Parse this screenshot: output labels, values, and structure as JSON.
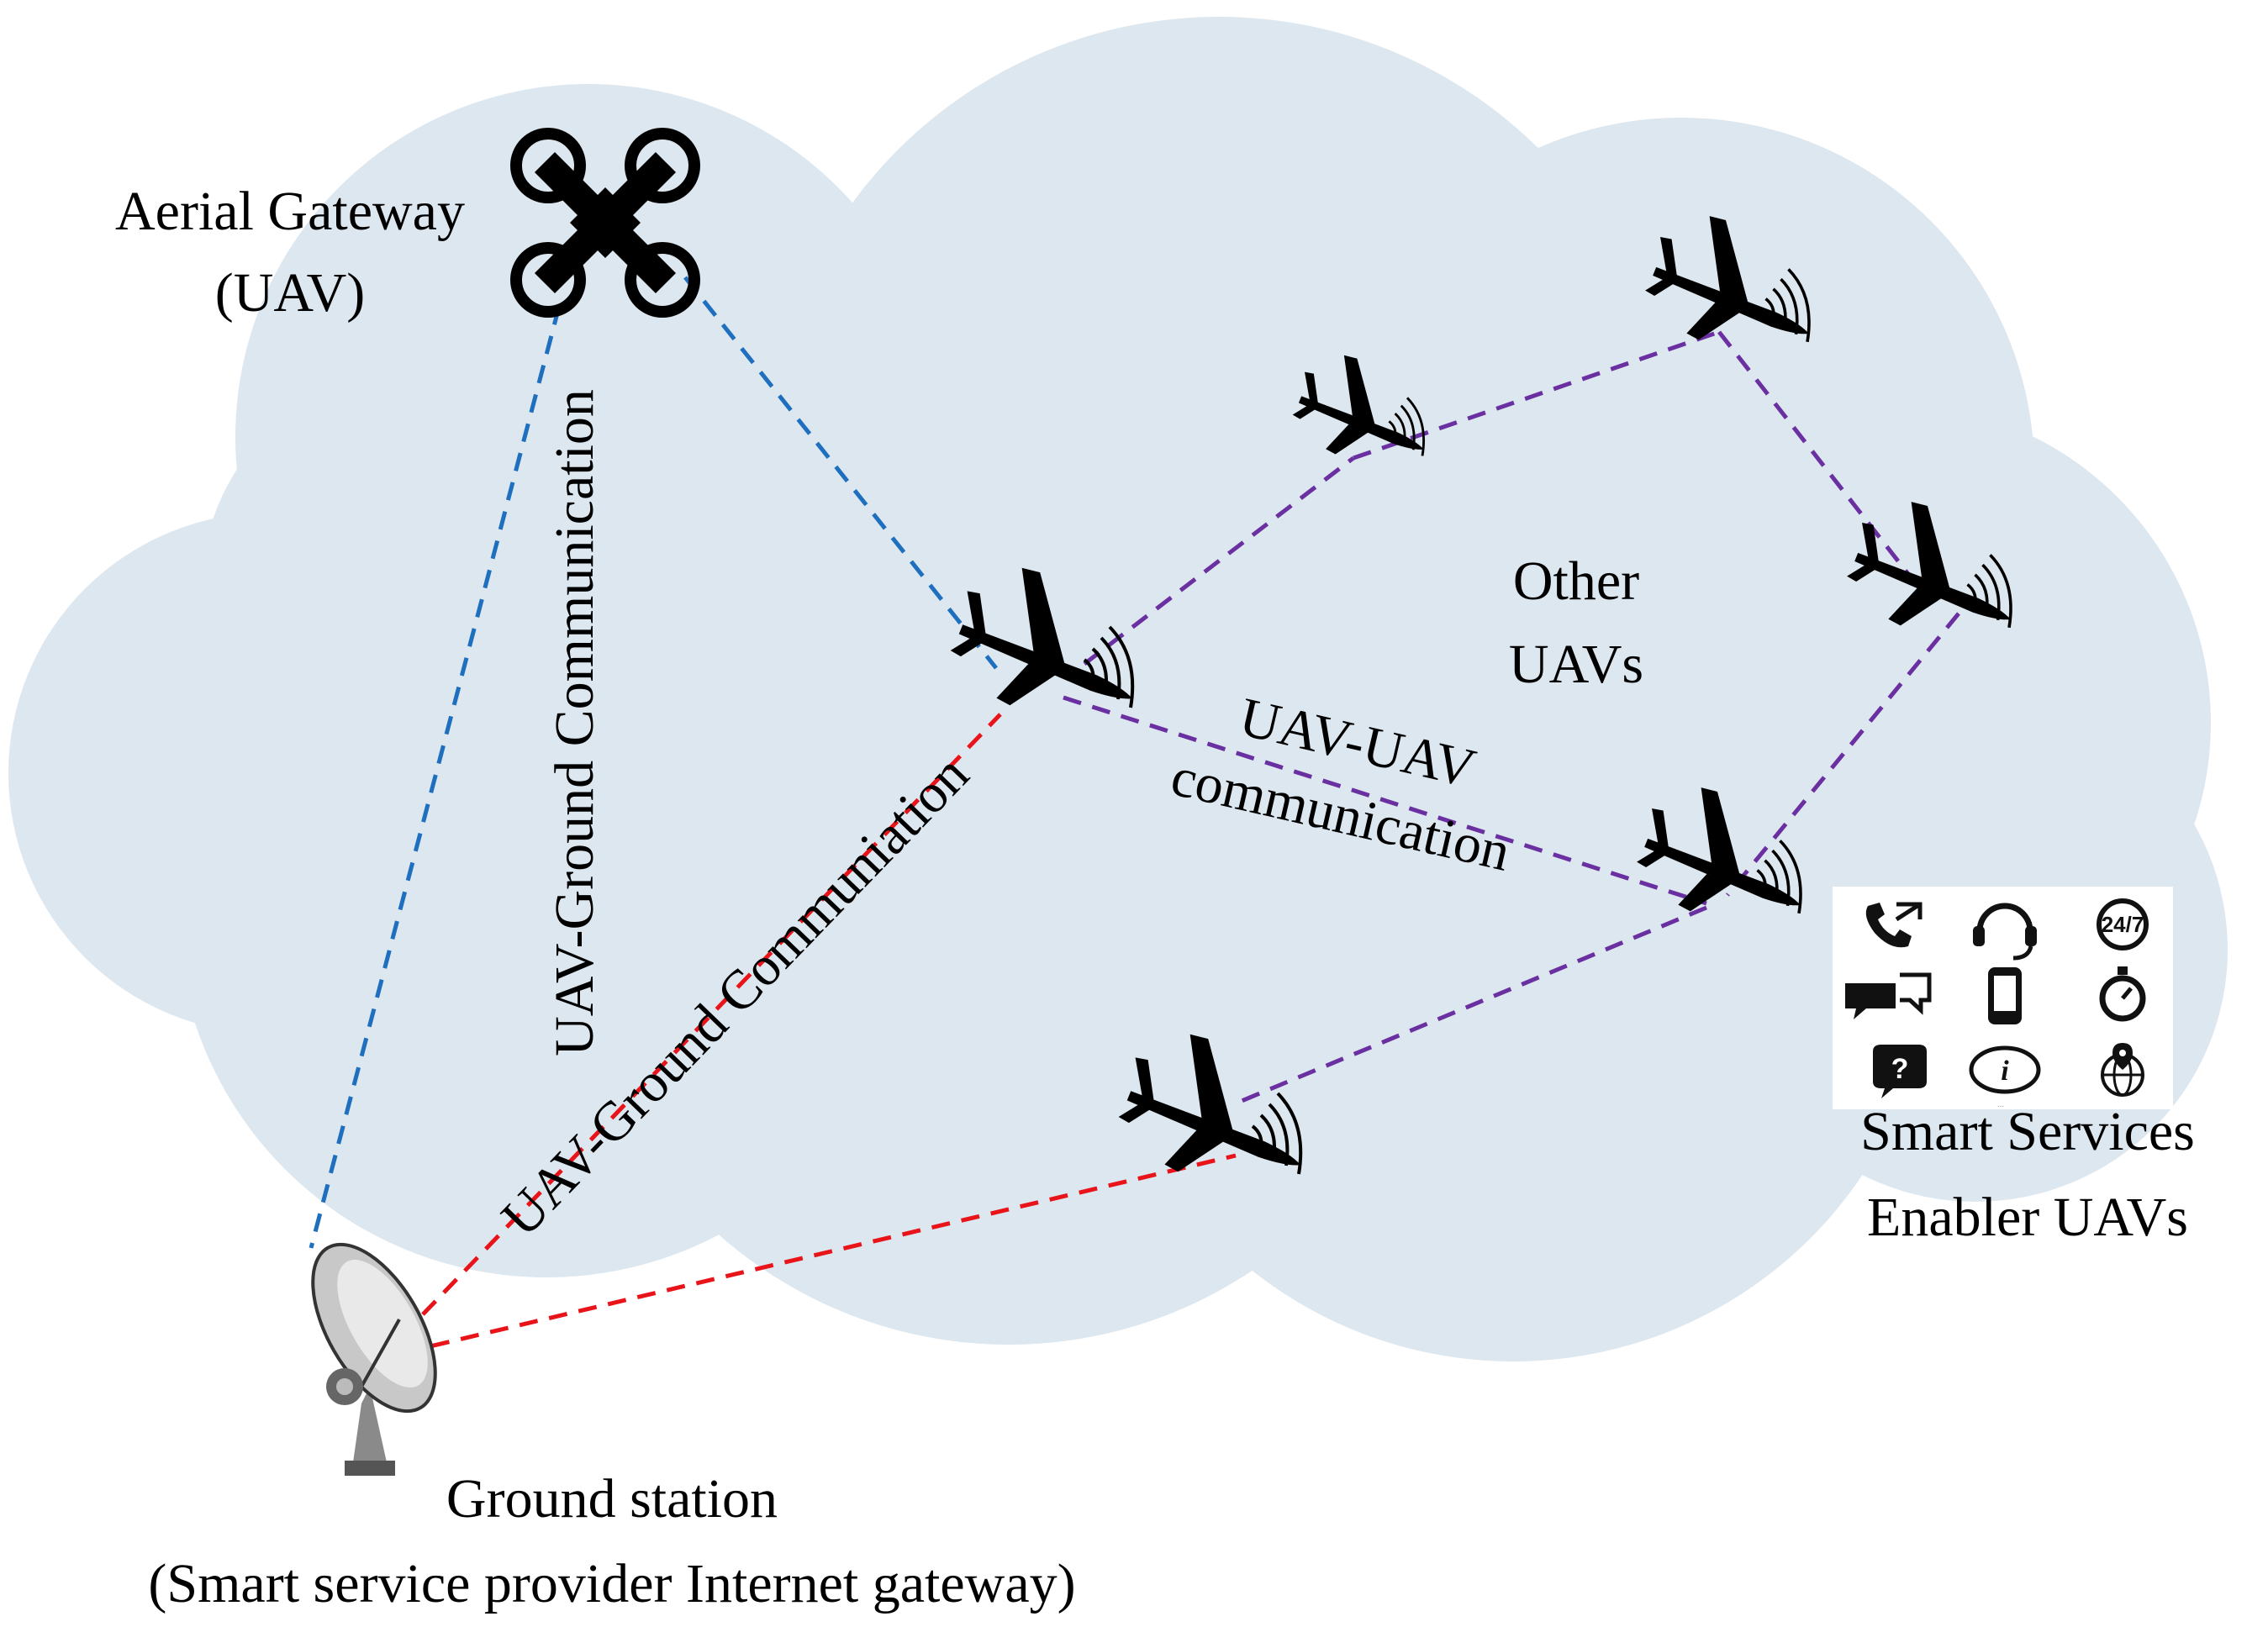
{
  "labels": {
    "aerial_gateway_line1": "Aerial Gateway",
    "aerial_gateway_line2": "(UAV)",
    "uav_ground_comm_left": "UAV-Ground Communication",
    "uav_ground_comm_mid": "UAV-Ground Communiation",
    "other_uavs_line1": "Other",
    "other_uavs_line2": "UAVs",
    "uav_uav_line1": "UAV-UAV",
    "uav_uav_line2": "communication",
    "smart_services_line1": "Smart Services",
    "smart_services_line2": "Enabler UAVs",
    "ground_station_line1": "Ground station",
    "ground_station_line2": "(Smart service provider Internet gateway)"
  },
  "colors": {
    "cloud": "#dde7ef",
    "gateway_link": "#1f6fbf",
    "ground_link": "#e8141a",
    "uav_link": "#6a2fa0"
  },
  "icons": {
    "gateway": "quadcopter-icon",
    "uav": "airplane-icon",
    "ground_station": "satellite-dish-icon",
    "services": [
      "phone-icon",
      "headset-icon",
      "24-7-icon",
      "chat-icon",
      "mobile-icon",
      "stopwatch-icon",
      "help-icon",
      "info-icon",
      "globe-pin-icon"
    ]
  },
  "services_caption": "..."
}
